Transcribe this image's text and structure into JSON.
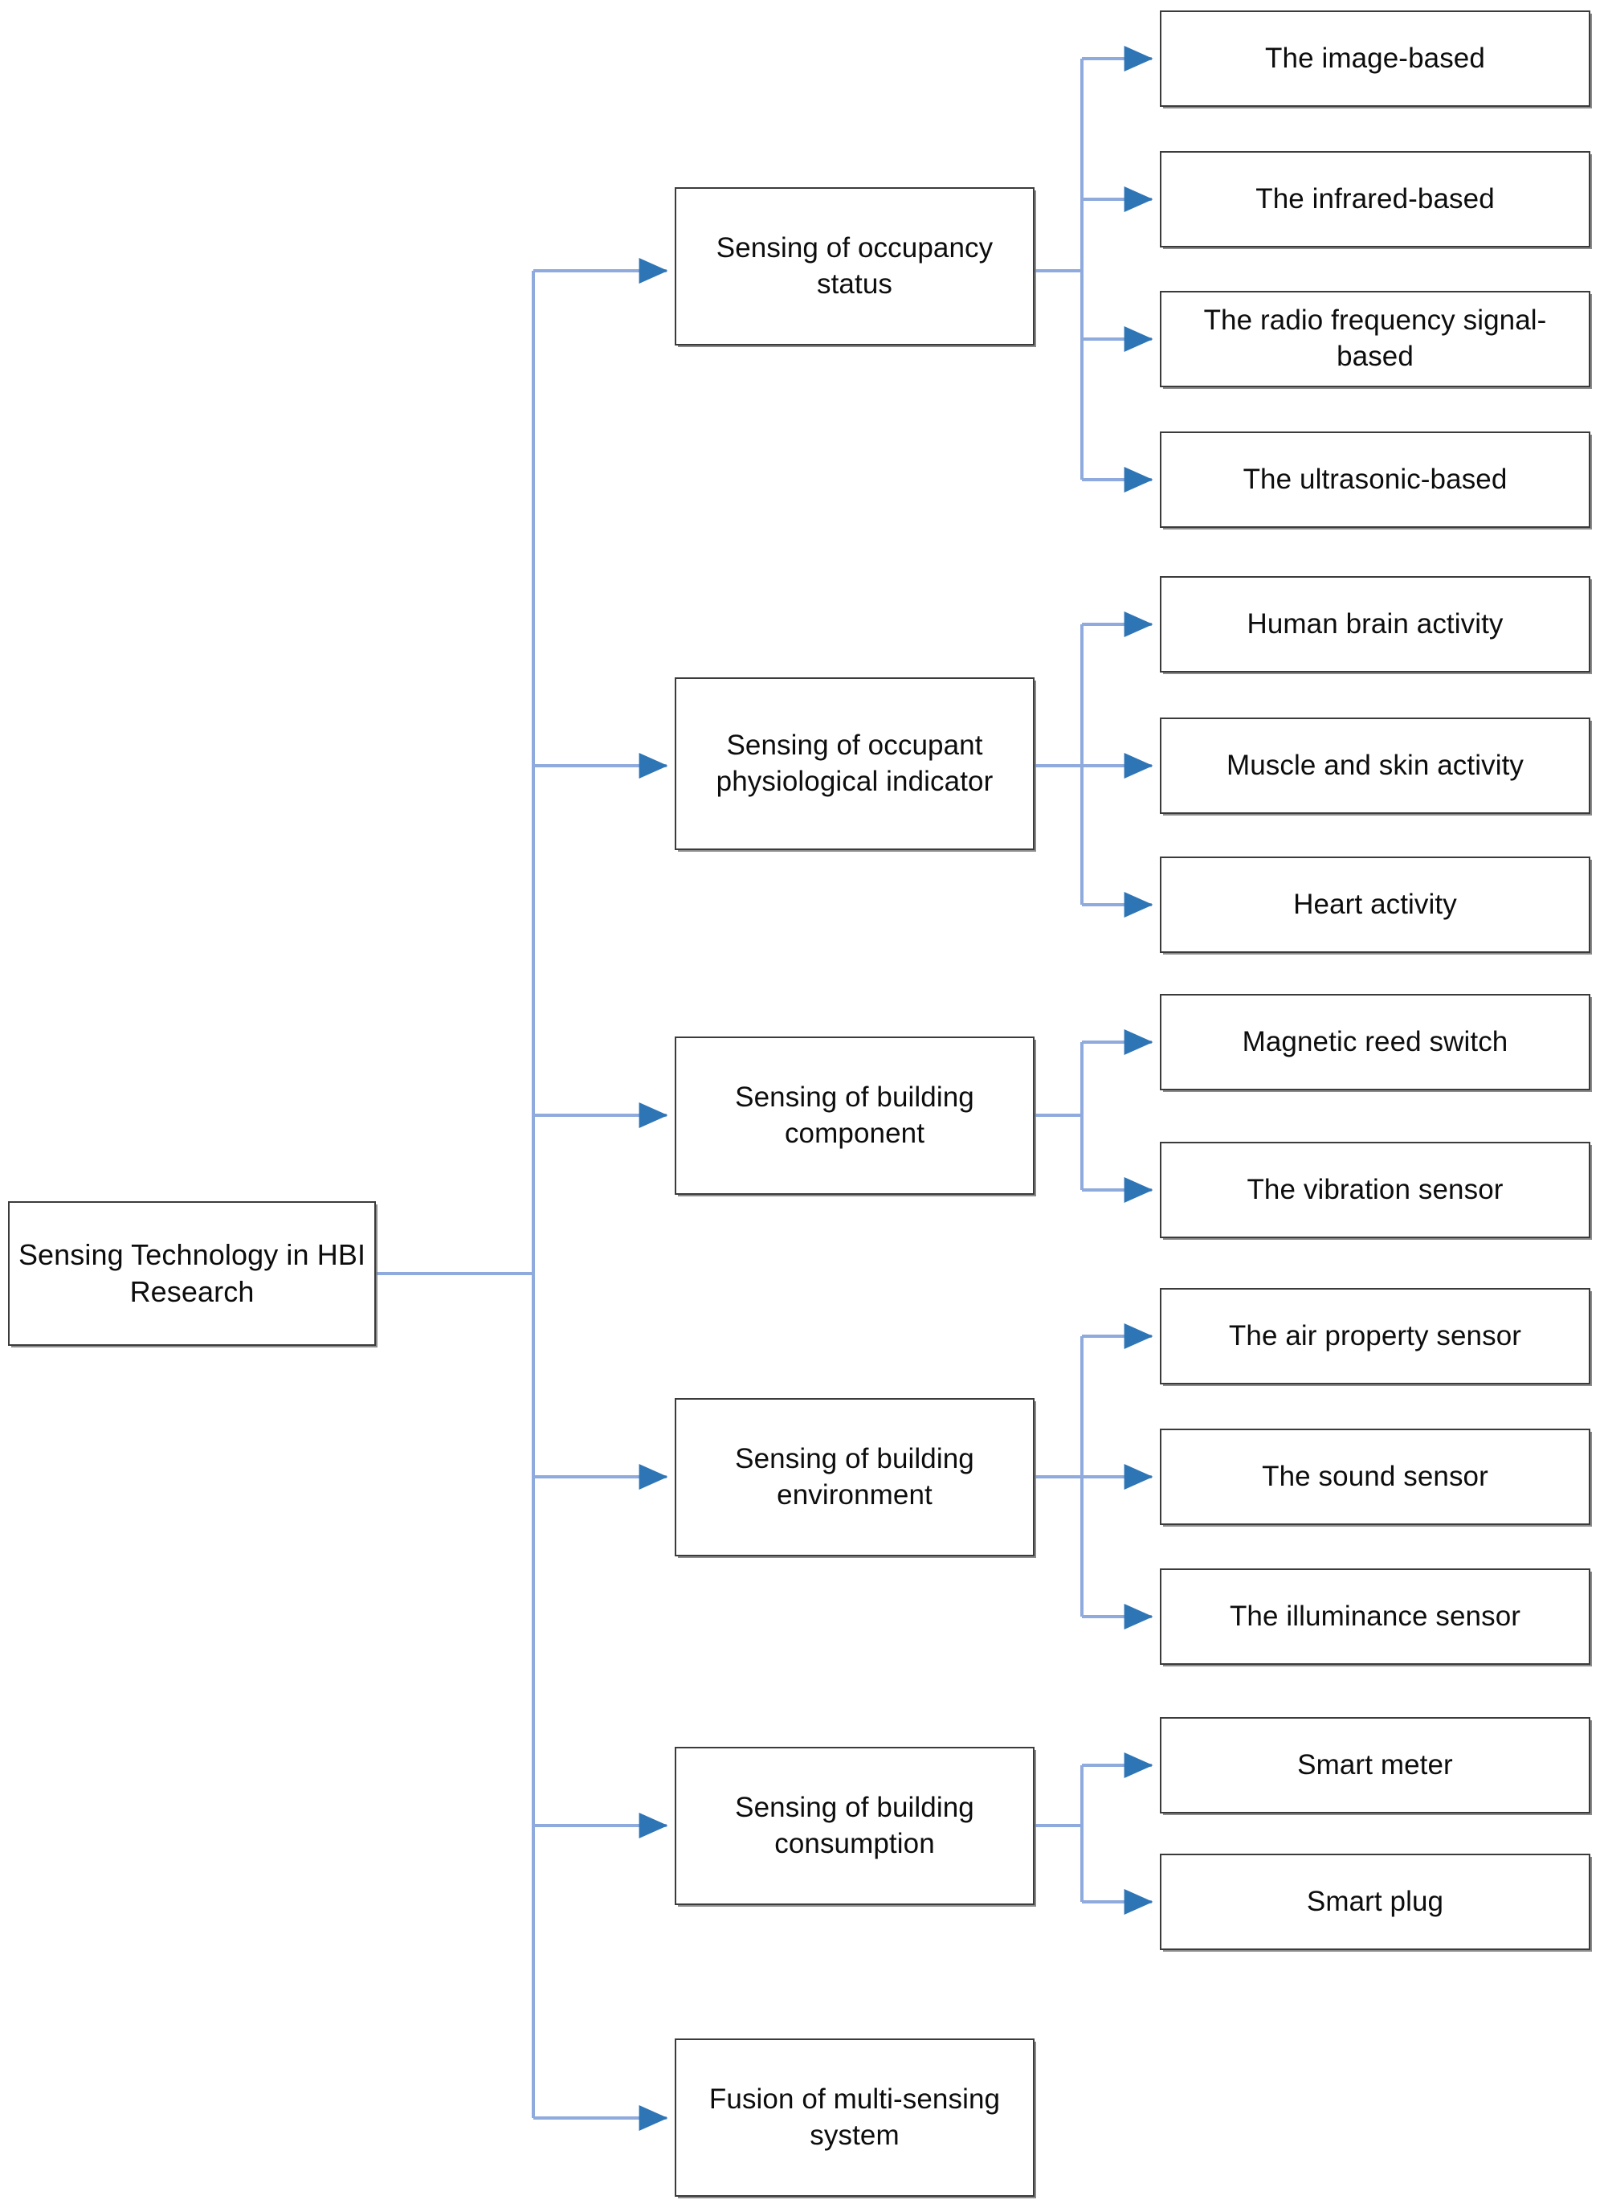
{
  "diagram": {
    "title": "Sensing Technology in HBI Research",
    "type": "tree",
    "orientation": "left-to-right",
    "colors": {
      "box_border": "#3b3b3b",
      "box_fill": "#ffffff",
      "box_shadow": "#787878",
      "connector_line": "#8faadc",
      "arrow_head": "#2e75b6",
      "text": "#0d0d0d",
      "background": "#ffffff"
    },
    "root": {
      "label": "Sensing Technology in HBI Research"
    },
    "branches": [
      {
        "label": "Sensing of occupancy status",
        "children": [
          {
            "label": "The image-based"
          },
          {
            "label": "The infrared-based"
          },
          {
            "label": "The radio frequency signal-based"
          },
          {
            "label": "The ultrasonic-based"
          }
        ]
      },
      {
        "label": "Sensing of occupant physiological indicator",
        "children": [
          {
            "label": "Human brain activity"
          },
          {
            "label": "Muscle and skin activity"
          },
          {
            "label": "Heart activity"
          }
        ]
      },
      {
        "label": "Sensing of building component",
        "children": [
          {
            "label": "Magnetic reed switch"
          },
          {
            "label": "The vibration sensor"
          }
        ]
      },
      {
        "label": "Sensing of building environment",
        "children": [
          {
            "label": "The air property sensor"
          },
          {
            "label": "The sound sensor"
          },
          {
            "label": "The illuminance sensor"
          }
        ]
      },
      {
        "label": "Sensing of building consumption",
        "children": [
          {
            "label": "Smart meter"
          },
          {
            "label": "Smart plug"
          }
        ]
      },
      {
        "label": "Fusion of multi-sensing system",
        "children": []
      }
    ]
  }
}
